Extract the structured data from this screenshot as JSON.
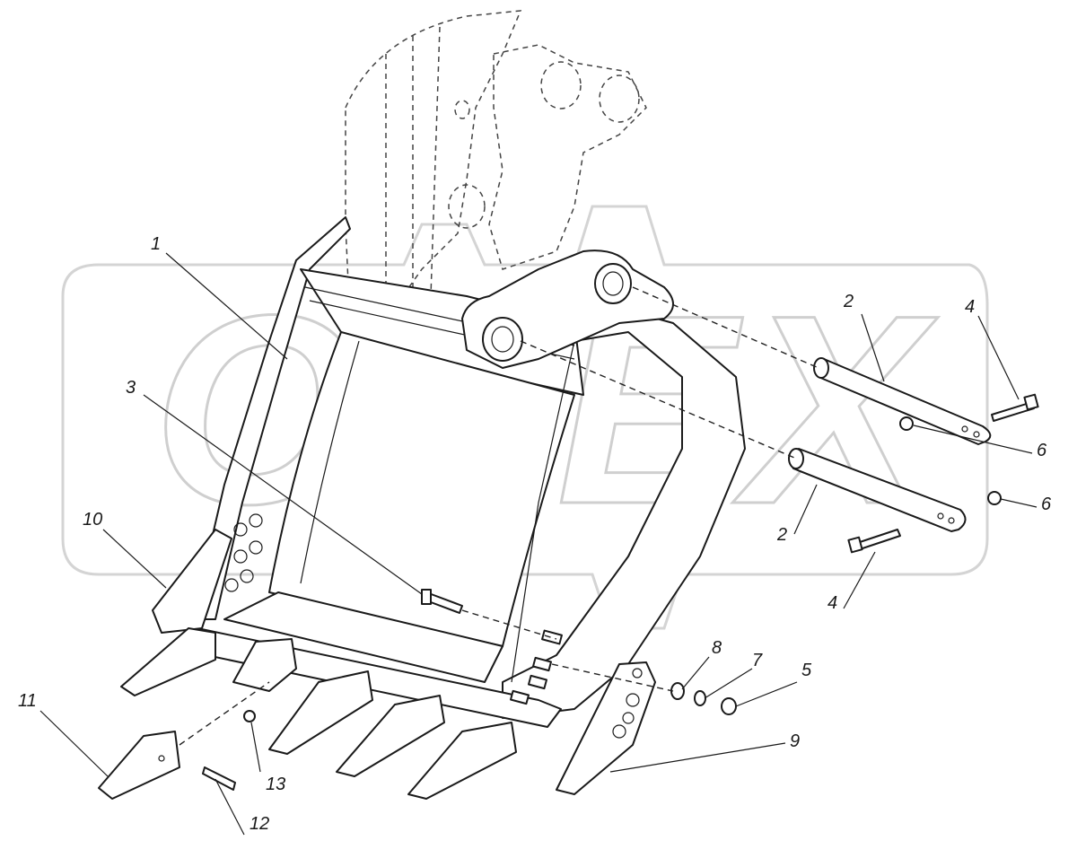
{
  "watermark": {
    "letters": [
      "O",
      "P",
      "E",
      "X"
    ]
  },
  "callouts": [
    {
      "id": "c1",
      "label": "1"
    },
    {
      "id": "c2a",
      "label": "2"
    },
    {
      "id": "c2b",
      "label": "2"
    },
    {
      "id": "c3",
      "label": "3"
    },
    {
      "id": "c4a",
      "label": "4"
    },
    {
      "id": "c4b",
      "label": "4"
    },
    {
      "id": "c5",
      "label": "5"
    },
    {
      "id": "c6a",
      "label": "6"
    },
    {
      "id": "c6b",
      "label": "6"
    },
    {
      "id": "c7",
      "label": "7"
    },
    {
      "id": "c8",
      "label": "8"
    },
    {
      "id": "c9",
      "label": "9"
    },
    {
      "id": "c10",
      "label": "10"
    },
    {
      "id": "c11",
      "label": "11"
    },
    {
      "id": "c12",
      "label": "12"
    },
    {
      "id": "c13",
      "label": "13"
    }
  ]
}
